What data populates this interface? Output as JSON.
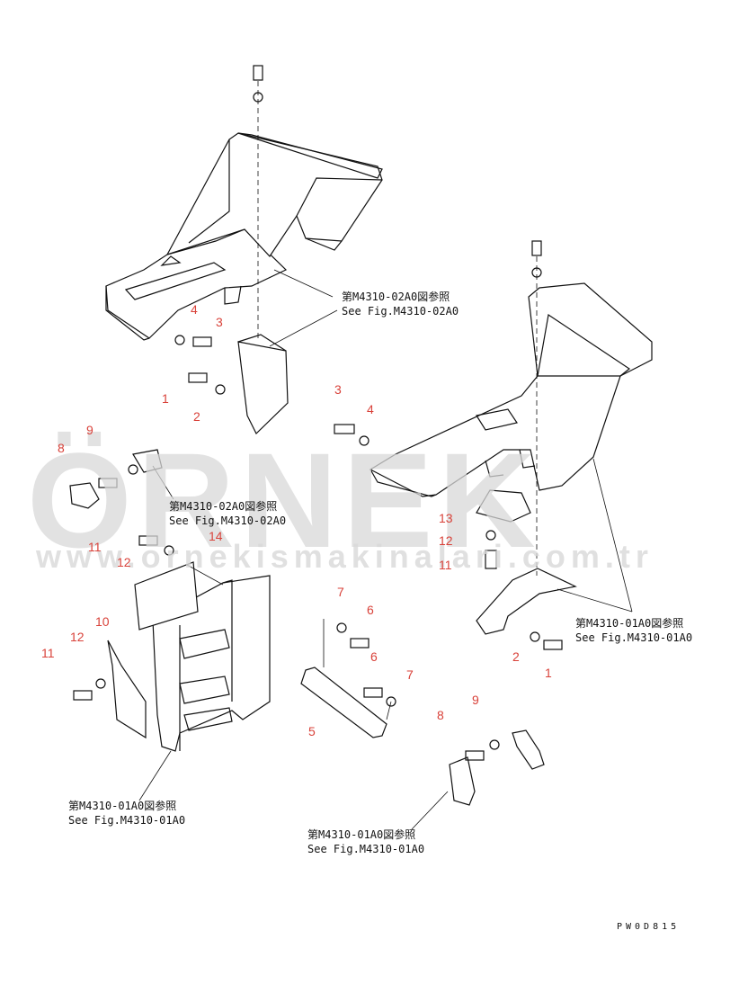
{
  "watermark": {
    "brand": "ÖRNEK",
    "url": "www.ornekismakinalari.com.tr"
  },
  "references": [
    {
      "jp": "第M4310-02A0図参照",
      "en": "See Fig.M4310-02A0"
    },
    {
      "jp": "第M4310-02A0図参照",
      "en": "See Fig.M4310-02A0"
    },
    {
      "jp": "第M4310-01A0図参照",
      "en": "See Fig.M4310-01A0"
    },
    {
      "jp": "第M4310-01A0図参照",
      "en": "See Fig.M4310-01A0"
    },
    {
      "jp": "第M4310-01A0図参照",
      "en": "See Fig.M4310-01A0"
    }
  ],
  "callouts": [
    "4",
    "3",
    "1",
    "2",
    "9",
    "8",
    "3",
    "4",
    "13",
    "12",
    "11",
    "14",
    "11",
    "12",
    "10",
    "12",
    "11",
    "7",
    "6",
    "6",
    "7",
    "5",
    "2",
    "1",
    "9",
    "8"
  ],
  "drawing_code": "PW0D815",
  "colors": {
    "line": "#111111",
    "callout": "#d9423a",
    "watermark": "#d9d9d9"
  }
}
